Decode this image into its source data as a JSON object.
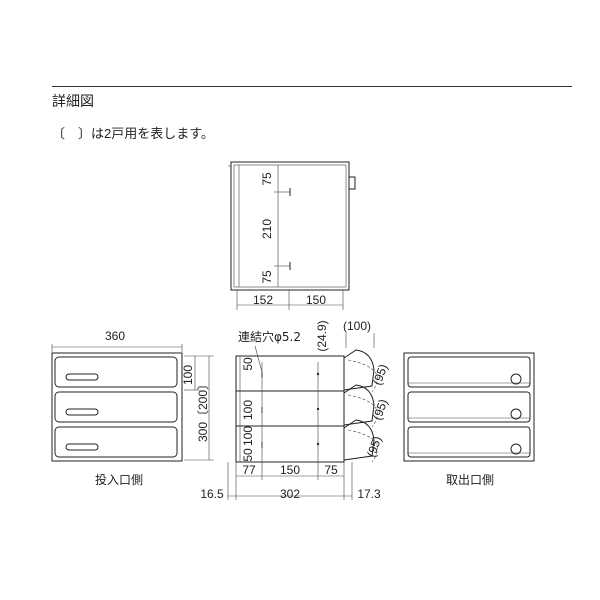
{
  "header": {
    "title": "詳細図",
    "note": "〔　〕は2戸用を表します。"
  },
  "top_view": {
    "dims": [
      "75",
      "210",
      "75"
    ],
    "width_left": "152",
    "width_right": "150"
  },
  "insert_side": {
    "width": "360",
    "unit_height": "100",
    "total_height": "300〔200〕",
    "caption": "投入口側"
  },
  "side_view": {
    "hole_label": "連結穴φ5.2",
    "depth_label": "(100)",
    "vertical_dim": "(24.9)",
    "heights": [
      "50",
      "100",
      "100",
      "50"
    ],
    "door_swing": [
      "(95)",
      "(95)",
      "(95)"
    ],
    "bottom_dims": [
      "77",
      "150",
      "75"
    ],
    "overall_left": "16.5",
    "overall_width": "302",
    "overall_right": "17.3"
  },
  "output_side": {
    "caption": "取出口側"
  }
}
